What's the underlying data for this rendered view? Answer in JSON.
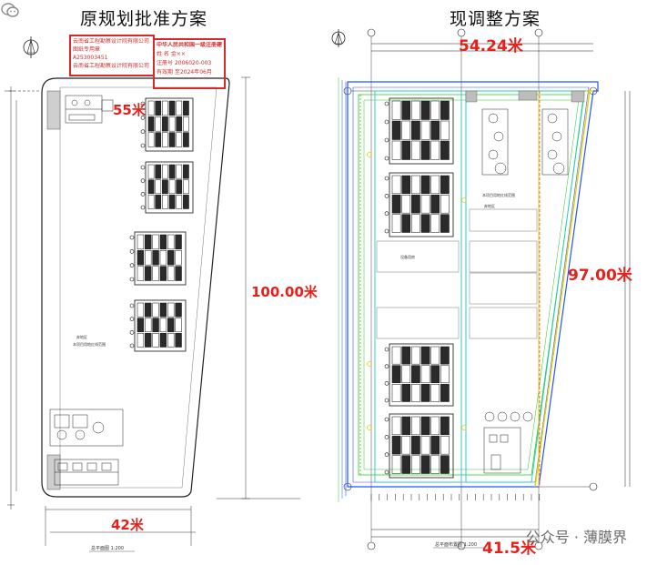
{
  "left": {
    "title": "原规划批准方案",
    "dims": {
      "width_top": "55米",
      "height": "100.00米",
      "width_bottom": "42米"
    },
    "stamp_upper": {
      "lines": [
        "云南省工程勘察设计院有限公司",
        "图纸专用章",
        "A253003451",
        "云南省工程勘察设计院有限公司"
      ]
    },
    "stamp_lower": {
      "title": "中华人民共和国一级注册建筑师",
      "name_label": "姓 名",
      "name_value": "金××",
      "reg_label": "注册号",
      "reg_value": "2006020-003",
      "date_label": "有效期",
      "date_value": "至2024年06月"
    }
  },
  "right": {
    "title": "现调整方案",
    "dims": {
      "width_top": "54.24米",
      "height": "97.00米",
      "width_bottom": "41.5米"
    }
  },
  "watermark": {
    "text": "公众号 · 薄膜界",
    "icon": "wechat-icon"
  },
  "colors": {
    "dim_red": "#e8201a",
    "cad_green": "#22cc22",
    "cad_blue": "#2255ff",
    "cad_cyan": "#22cccc",
    "cad_yellow": "#e8d000"
  }
}
